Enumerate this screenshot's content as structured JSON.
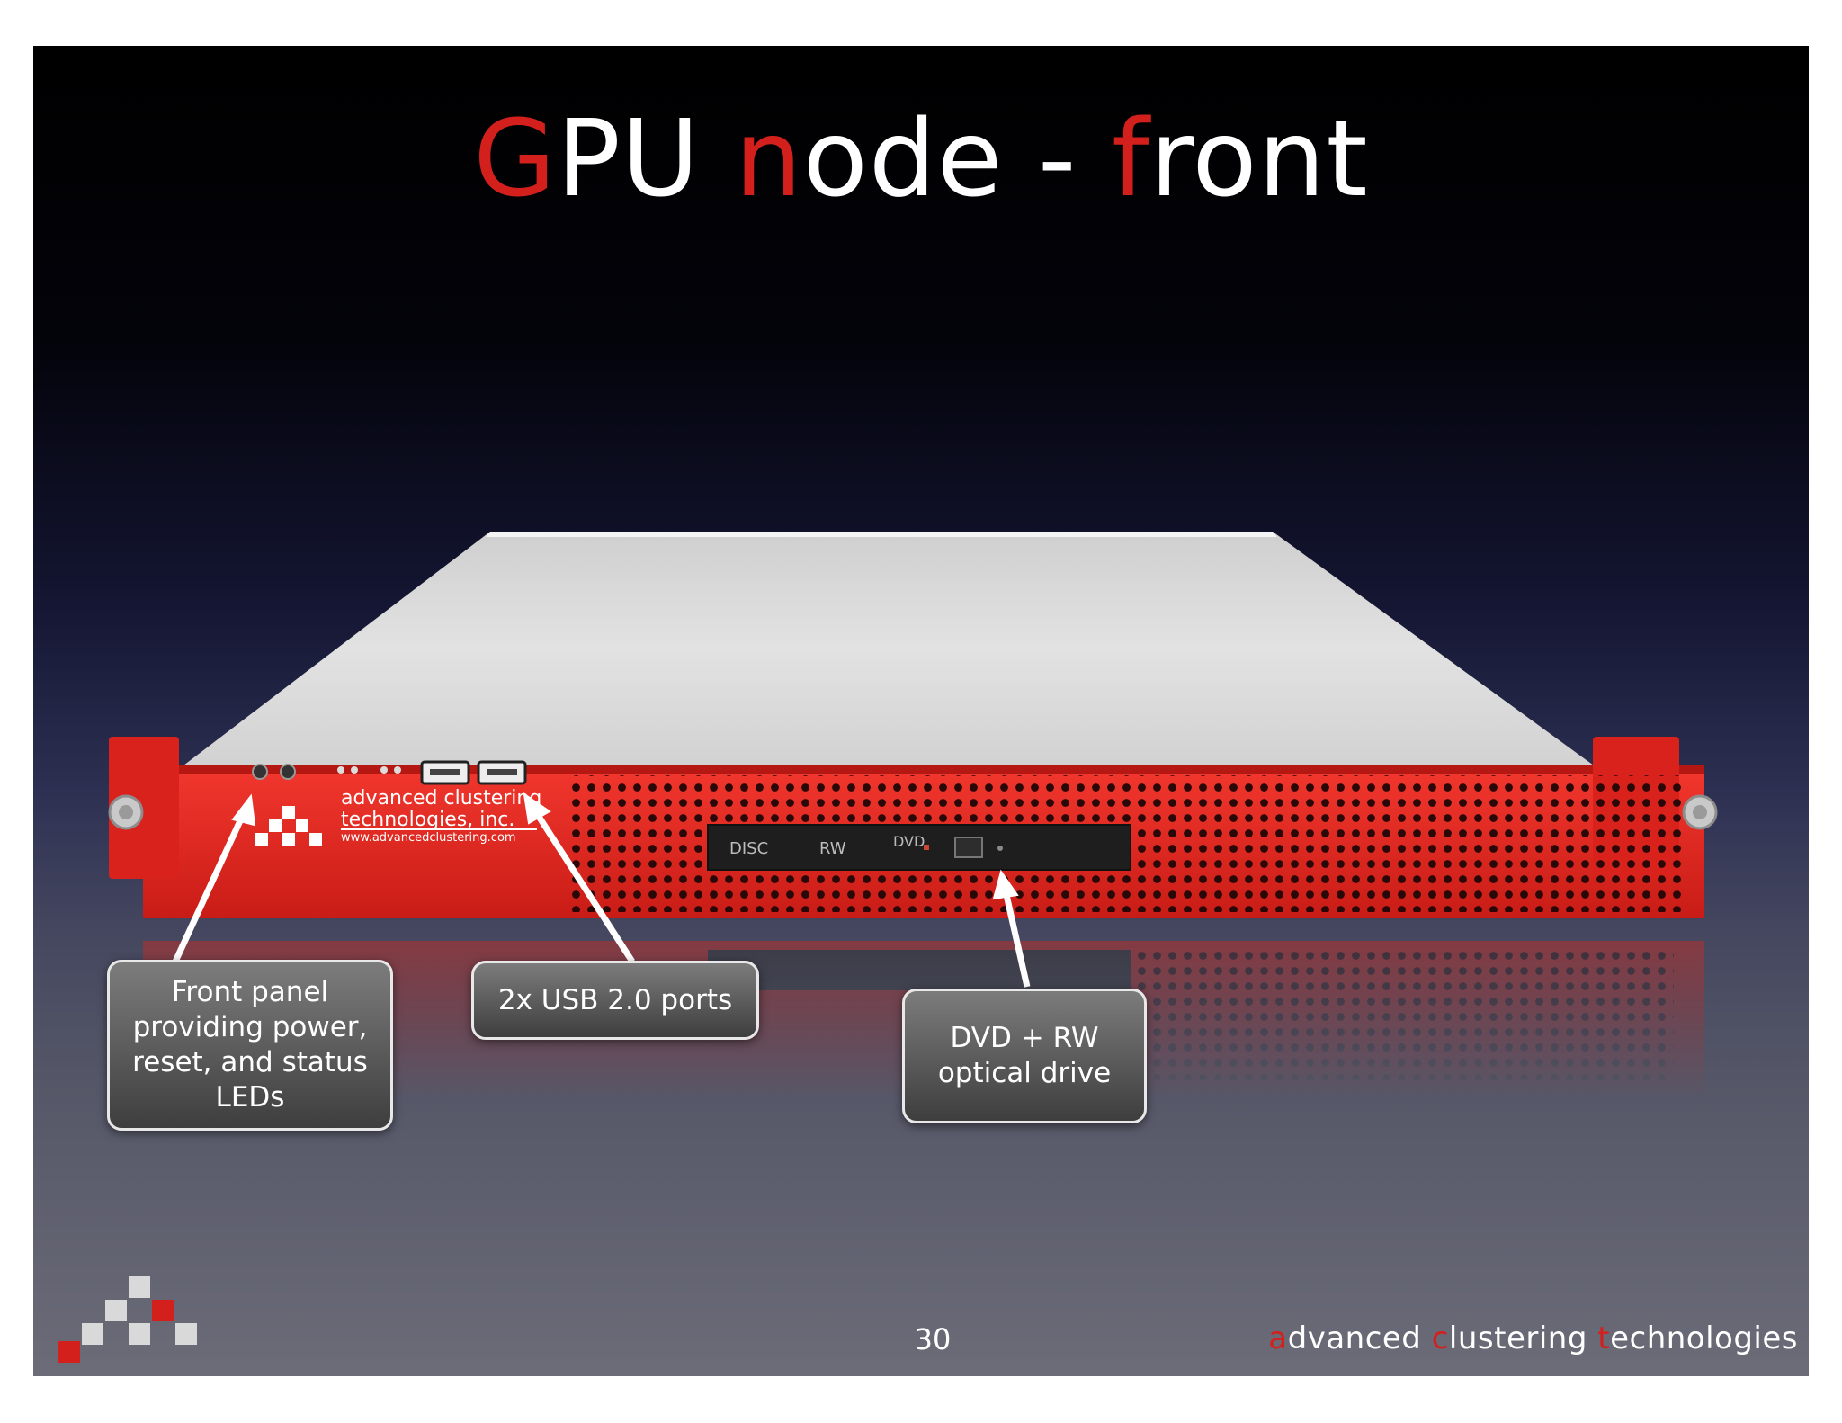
{
  "title": {
    "parts": [
      {
        "text": "G",
        "accent": true
      },
      {
        "text": "PU ",
        "accent": false
      },
      {
        "text": "n",
        "accent": true
      },
      {
        "text": "ode - ",
        "accent": false
      },
      {
        "text": "f",
        "accent": true
      },
      {
        "text": "ront",
        "accent": false
      }
    ]
  },
  "device": {
    "brand_line1": "advanced clustering",
    "brand_line2": "technologies, inc.",
    "brand_url": "www.advancedclustering.com",
    "drive_labels": [
      "DISC",
      "RW",
      "DVD"
    ]
  },
  "callouts": {
    "front_panel": [
      "Front panel",
      "providing power,",
      "reset, and status",
      "LEDs"
    ],
    "usb": [
      "2x USB 2.0 ports"
    ],
    "dvd": [
      "DVD + RW",
      "optical drive"
    ]
  },
  "footer": {
    "page_number": "30",
    "brand": [
      {
        "text": "a",
        "accent": true
      },
      {
        "text": "dvanced ",
        "accent": false
      },
      {
        "text": "c",
        "accent": true
      },
      {
        "text": "lustering ",
        "accent": false
      },
      {
        "text": "t",
        "accent": true
      },
      {
        "text": "echnologies",
        "accent": false
      }
    ]
  },
  "colors": {
    "accent": "#d4201c",
    "chassis_red": "#e0261f",
    "lid": "#d9d9d9"
  }
}
